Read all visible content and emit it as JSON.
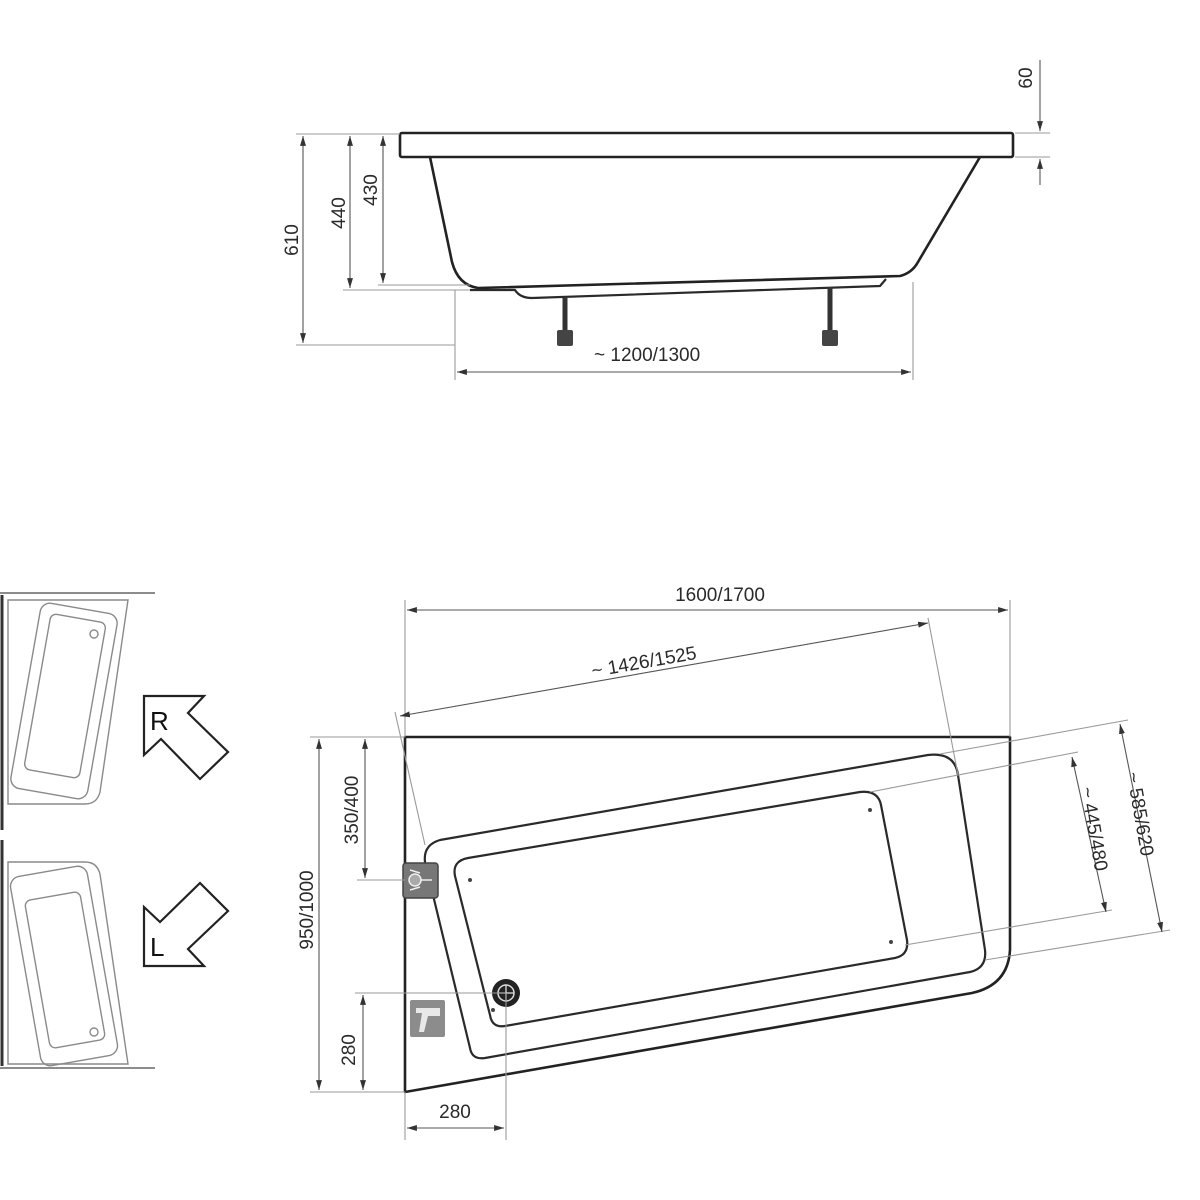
{
  "side_view": {
    "dims": {
      "total_height": "610",
      "height_440": "440",
      "height_430": "430",
      "rim_thickness": "60",
      "leg_spacing": "~ 1200/1300"
    }
  },
  "plan_view": {
    "dims": {
      "overall_length": "1600/1700",
      "diagonal_length": "~ 1426/1525",
      "overall_width": "950/1000",
      "valve_offset": "350/400",
      "drain_offset_y": "280",
      "drain_offset_x": "280",
      "inner_width": "~ 445/480",
      "outer_width": "~ 585/620"
    }
  },
  "orientation": {
    "right_label": "R",
    "left_label": "L"
  }
}
